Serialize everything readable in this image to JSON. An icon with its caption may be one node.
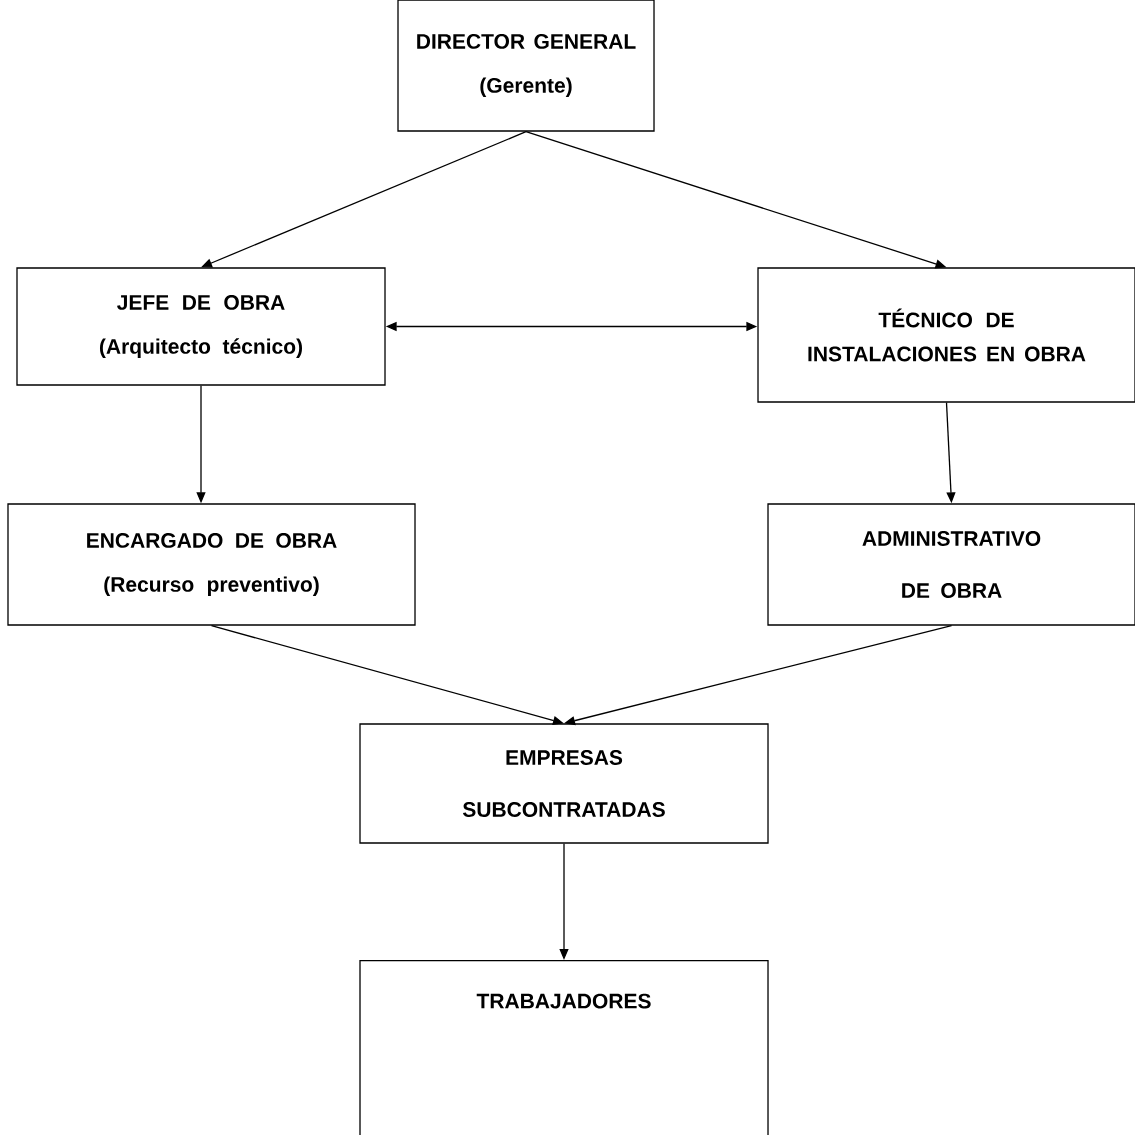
{
  "diagram": {
    "nodes": [
      {
        "text": [
          "DIRECTOR GENERAL",
          "(Gerente)"
        ]
      },
      {
        "text": [
          "JEFE DE OBRA",
          "(Arquitecto técnico)"
        ]
      },
      {
        "text": [
          "TÉCNICO DE INSTALACIONES EN OBRA"
        ]
      },
      {
        "text": [
          "ENCARGADO DE OBRA",
          "(Recurso preventivo)"
        ]
      },
      {
        "text": [
          "ADMINISTRATIVO DE OBRA"
        ]
      },
      {
        "text": [
          "EMPRESAS SUBCONTRATADAS"
        ]
      },
      {
        "text": [
          "TRABAJADORES"
        ]
      }
    ],
    "edges": [
      {
        "from": 0,
        "to": 1,
        "arrow": "to"
      },
      {
        "from": 0,
        "to": 2,
        "arrow": "to"
      },
      {
        "from": 1,
        "to": 2,
        "arrow": "both"
      },
      {
        "from": 1,
        "to": 3,
        "arrow": "to"
      },
      {
        "from": 2,
        "to": 4,
        "arrow": "to"
      },
      {
        "from": 3,
        "to": 5,
        "arrow": "to"
      },
      {
        "from": 4,
        "to": 5,
        "arrow": "to"
      },
      {
        "from": 5,
        "to": 6,
        "arrow": "to"
      }
    ]
  }
}
